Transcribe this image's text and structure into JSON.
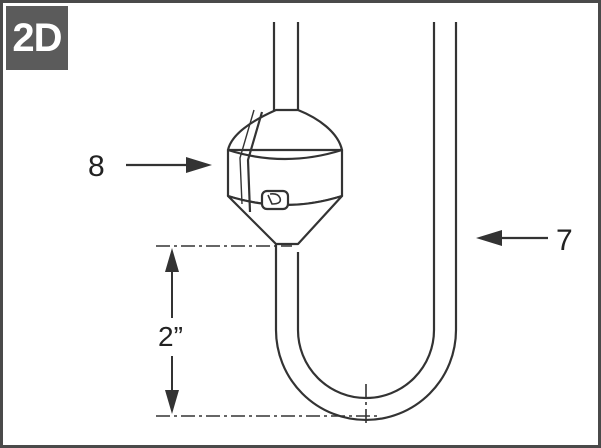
{
  "step": {
    "label": "2D"
  },
  "callouts": [
    {
      "number": "8"
    },
    {
      "number": "7"
    }
  ],
  "dimension": {
    "label": "2”"
  },
  "colors": {
    "line": "#333333",
    "badge_background": "#5b5b5b",
    "badge_text": "#ffffff",
    "border": "#4a4a4a"
  }
}
